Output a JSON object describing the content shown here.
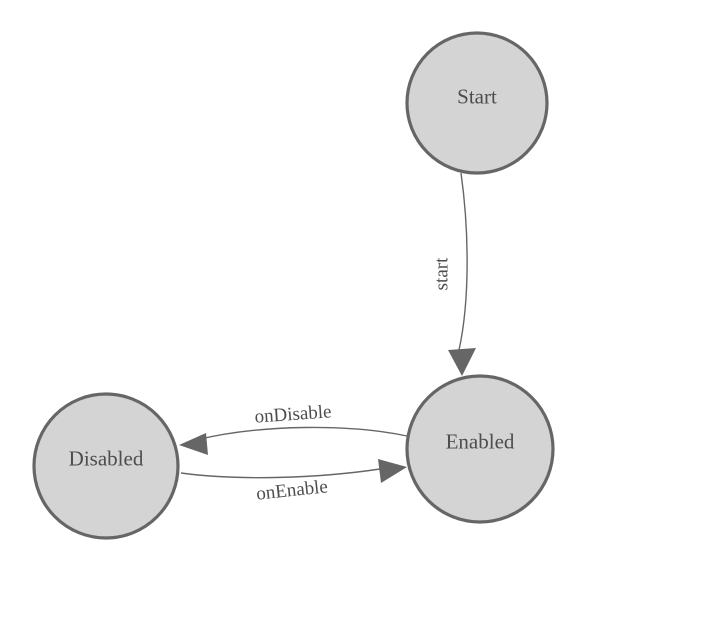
{
  "diagram": {
    "type": "state-machine",
    "background": "#ffffff",
    "colors": {
      "node_fill": "#d4d4d4",
      "node_stroke": "#666666",
      "edge_stroke": "#666666",
      "arrow_fill": "#666666",
      "text": "#4d4d4d"
    },
    "nodes": {
      "start": {
        "label": "Start"
      },
      "enabled": {
        "label": "Enabled"
      },
      "disabled": {
        "label": "Disabled"
      }
    },
    "edges": {
      "start": {
        "label": "start",
        "from": "Start",
        "to": "Enabled"
      },
      "onDisable": {
        "label": "onDisable",
        "from": "Enabled",
        "to": "Disabled"
      },
      "onEnable": {
        "label": "onEnable",
        "from": "Disabled",
        "to": "Enabled"
      }
    }
  }
}
